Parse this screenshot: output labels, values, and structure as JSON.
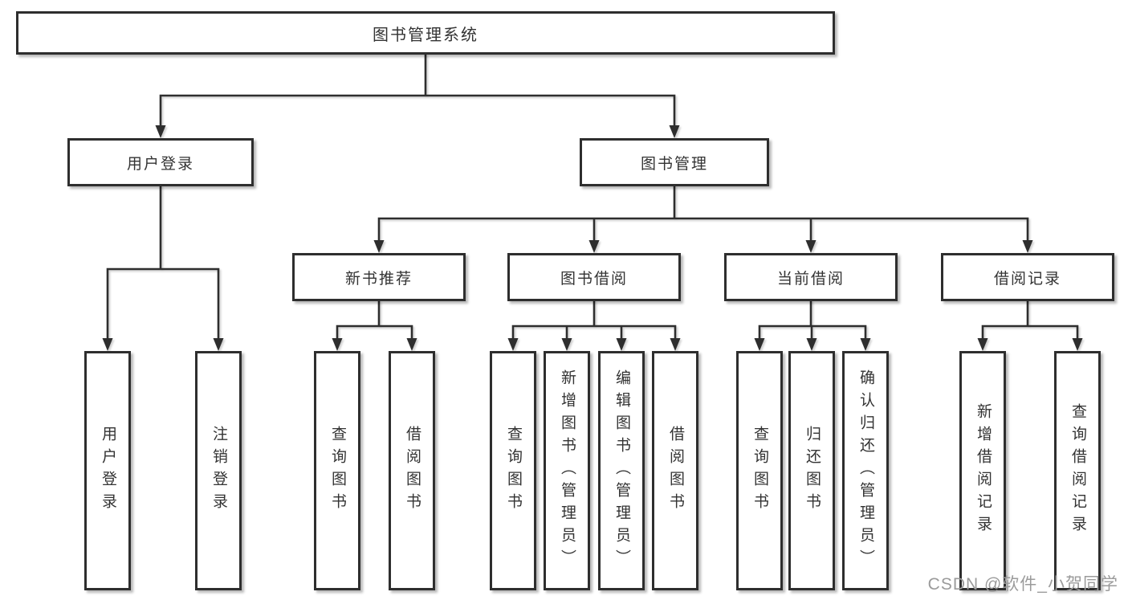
{
  "diagram": {
    "title": "图书管理系统",
    "children": [
      {
        "label": "用户登录",
        "children": [
          {
            "label": "用户登录"
          },
          {
            "label": "注销登录"
          }
        ]
      },
      {
        "label": "图书管理",
        "children": [
          {
            "label": "新书推荐",
            "children": [
              {
                "label": "查询图书"
              },
              {
                "label": "借阅图书"
              }
            ]
          },
          {
            "label": "图书借阅",
            "children": [
              {
                "label": "查询图书"
              },
              {
                "label": "新增图书（管理员）"
              },
              {
                "label": "编辑图书（管理员）"
              },
              {
                "label": "借阅图书"
              }
            ]
          },
          {
            "label": "当前借阅",
            "children": [
              {
                "label": "查询图书"
              },
              {
                "label": "归还图书"
              },
              {
                "label": "确认归还（管理员）"
              }
            ]
          },
          {
            "label": "借阅记录",
            "children": [
              {
                "label": "新增借阅记录"
              },
              {
                "label": "查询借阅记录"
              }
            ]
          }
        ]
      }
    ]
  },
  "watermark": {
    "text": "CSDN @软件_小贺同学"
  },
  "colors": {
    "box_border": "#2e2e2e",
    "box_fill": "#ffffff",
    "text": "#333333",
    "connector": "#2e2e2e",
    "watermark": "#9b9b9b",
    "background": "#ffffff"
  }
}
